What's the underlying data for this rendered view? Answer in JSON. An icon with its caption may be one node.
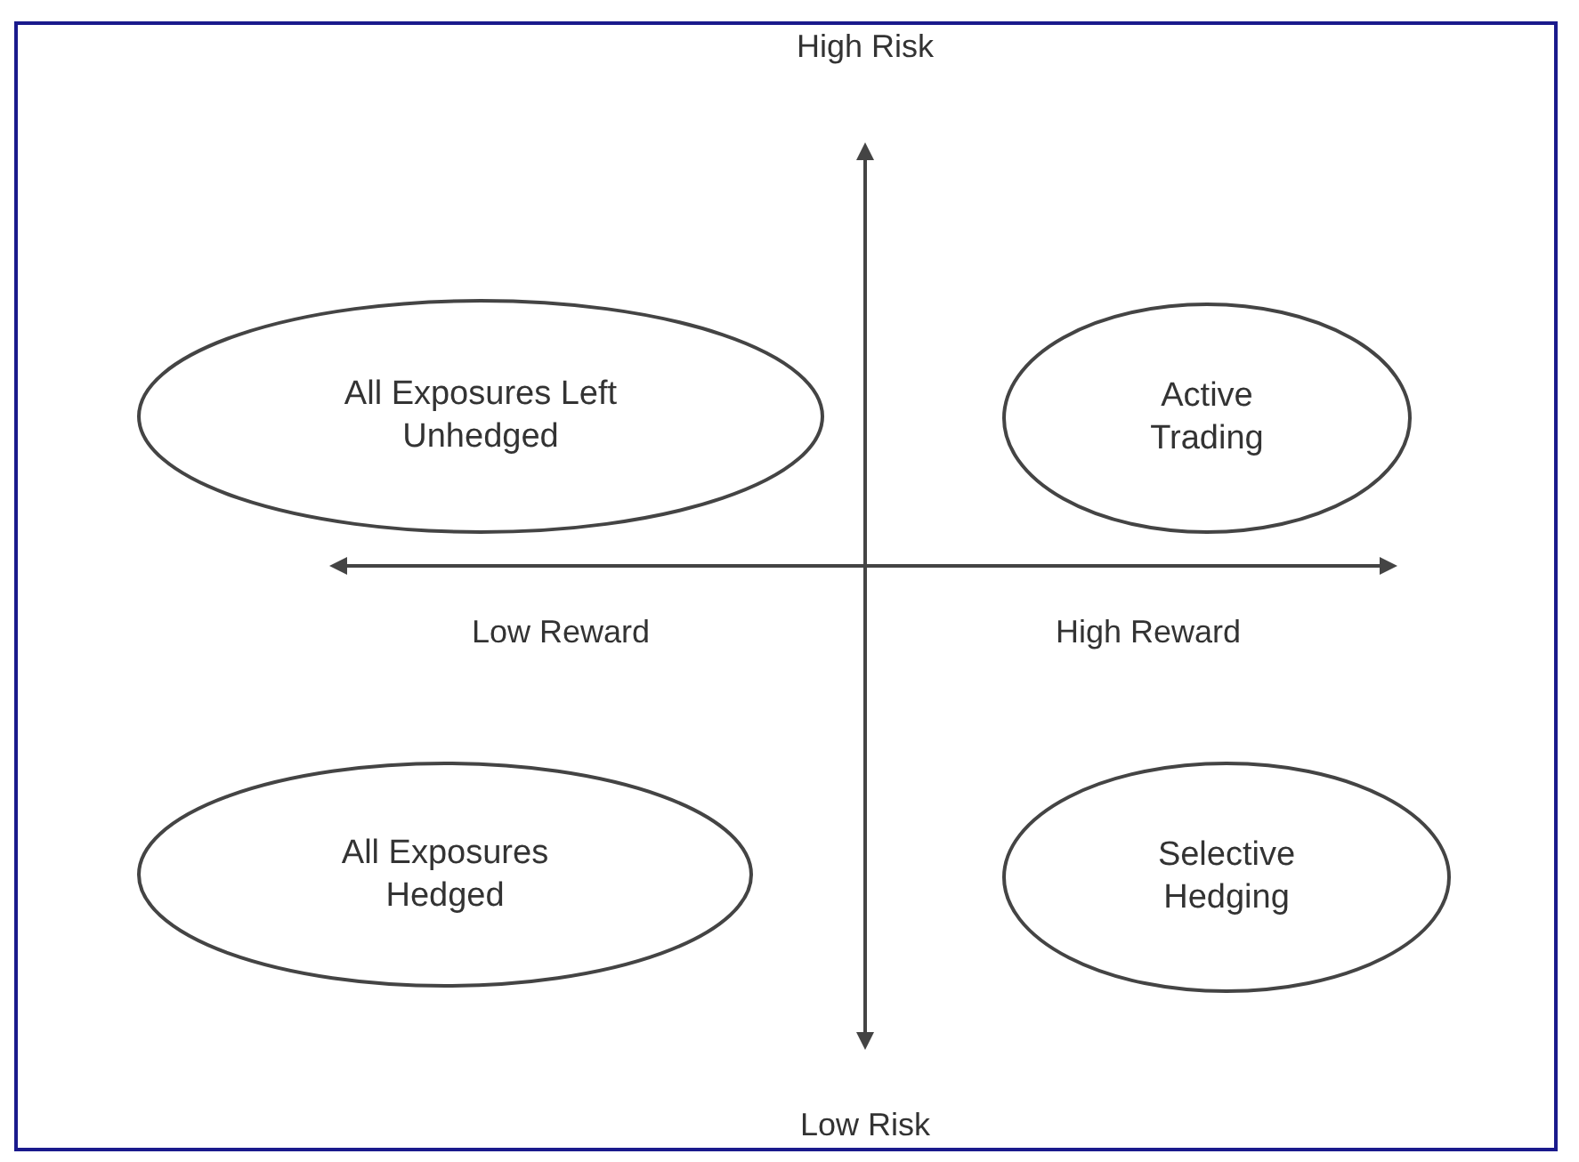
{
  "diagram": {
    "nodes": [
      {
        "text": [
          "All Exposures Left Unhedged"
        ]
      },
      {
        "text": [
          "Active Trading"
        ]
      },
      {
        "text": [
          "All Exposures Hedged"
        ]
      },
      {
        "text": [
          "Selective Hedging"
        ]
      }
    ],
    "labels": [
      "High Risk",
      "Low Reward",
      "High Reward",
      "Low Risk"
    ]
  }
}
